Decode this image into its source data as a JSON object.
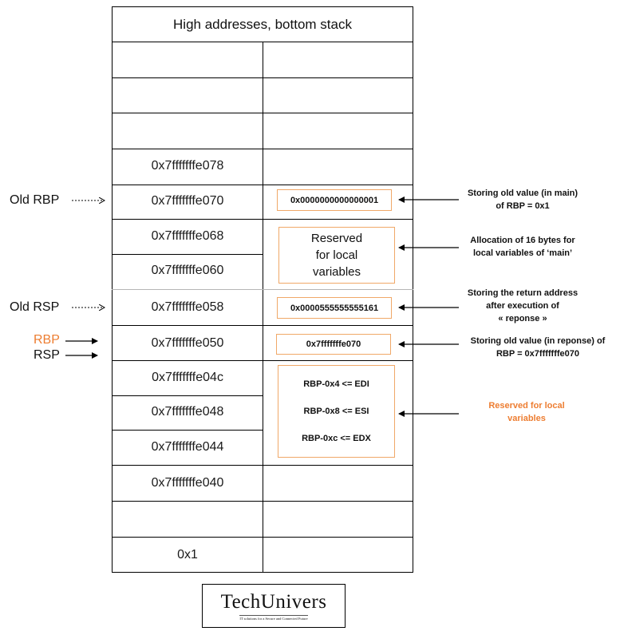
{
  "header": "High addresses, bottom stack",
  "addresses": [
    "",
    "",
    "",
    "0x7fffffffe078",
    "0x7fffffffe070",
    "0x7fffffffe068",
    "0x7fffffffe060",
    "0x7fffffffe058",
    "0x7fffffffe050",
    "0x7fffffffe04c",
    "0x7fffffffe048",
    "0x7fffffffe044",
    "0x7fffffffe040",
    "",
    "0x1"
  ],
  "boxes": {
    "old_rbp_value": "0x0000000000000001",
    "reserved_main_line1": "Reserved",
    "reserved_main_line2": "for local",
    "reserved_main_line3": "variables",
    "return_address": "0x0000555555555161",
    "old_rbp_reponse": "0x7fffffffe070",
    "edi": "RBP-0x4 <= EDI",
    "esi": "RBP-0x8 <= ESI",
    "edx": "RBP-0xc <= EDX"
  },
  "annotations": {
    "old_rbp_main_line1": "Storing old value (in main)",
    "old_rbp_main_line2": "of RBP = 0x1",
    "alloc_line1": "Allocation of 16 bytes for",
    "alloc_line2": "local variables of ‘main’",
    "ret_line1": "Storing the return address",
    "ret_line2": "after execution of",
    "ret_line3": "« reponse »",
    "old_rbp_reponse_line1": "Storing old value (in reponse) of",
    "old_rbp_reponse_line2": "RBP = 0x7fffffffe070",
    "reserved_line1": "Reserved for local",
    "reserved_line2": "variables"
  },
  "side_labels": {
    "old_rbp": "Old RBP",
    "old_rsp": "Old RSP",
    "rbp": "RBP",
    "rsp": "RSP"
  },
  "logo": {
    "name": "TechUnivers",
    "tagline": "IT solutions for a Secure and Connected Future"
  },
  "colors": {
    "accent": "#ed7d31",
    "box_border": "#f0a868"
  }
}
